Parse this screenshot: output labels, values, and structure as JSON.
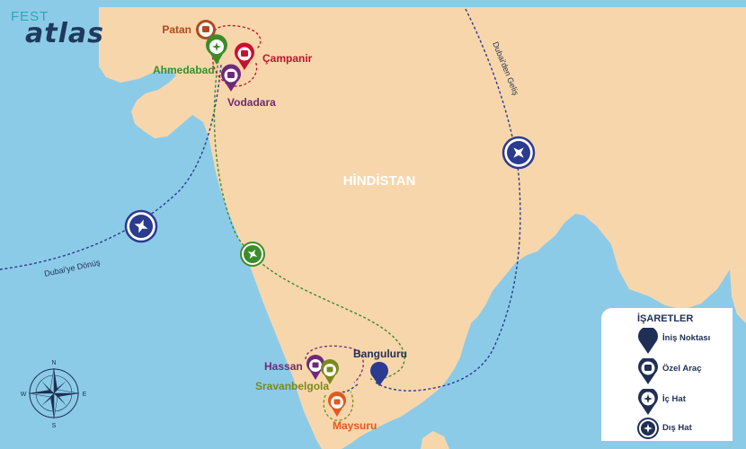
{
  "logo": {
    "top": "FEST",
    "main": "atlas"
  },
  "map": {
    "country_label": "HİNDİSTAN",
    "cities": {
      "patan": "Patan",
      "ahmedabad": "Ahmedabad",
      "campanir": "Çampanir",
      "vodadara": "Vodadara",
      "hassan": "Hassan",
      "banguluru": "Banguluru",
      "sravanbelgola": "Sravanbelgola",
      "maysuru": "Maysuru"
    },
    "routes": {
      "arrival": "Dubai'den Geliş",
      "return": "Dubai'ye Dönüş"
    },
    "compass": {
      "n": "N",
      "s": "S",
      "e": "E",
      "w": "W"
    }
  },
  "legend": {
    "title": "İŞARETLER",
    "items": [
      {
        "label": "İniş Noktası",
        "icon": "landing-point-pin-icon"
      },
      {
        "label": "Özel Araç",
        "icon": "private-vehicle-pin-icon"
      },
      {
        "label": "İç Hat",
        "icon": "domestic-flight-pin-icon"
      },
      {
        "label": "Dış Hat",
        "icon": "international-flight-pin-icon"
      }
    ]
  },
  "colors": {
    "sea": "#8ccbe8",
    "land": "#f8d6ab",
    "route_international": "#2b3b8f",
    "route_domestic": "#3c8c2c",
    "red": "#c8102e",
    "purple": "#6d2a7a",
    "orange": "#e05a1e",
    "olive": "#7a8a1e",
    "navy": "#1f2f55"
  }
}
